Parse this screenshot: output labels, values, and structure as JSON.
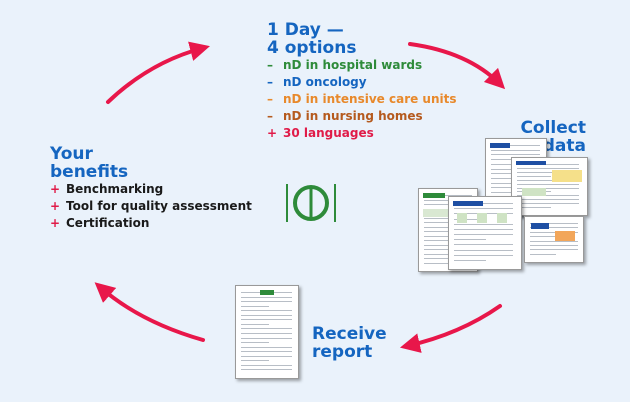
{
  "colors": {
    "background": "#eaf2fb",
    "heading": "#1565c0",
    "arrow": "#e8174a",
    "logo": "#2e8b3a"
  },
  "top": {
    "title_line1": "1 Day —",
    "title_line2": "4 options",
    "options": [
      {
        "marker": "–",
        "label": "nD in hospital wards",
        "color": "#2e8b3a"
      },
      {
        "marker": "–",
        "label": "nD oncology",
        "color": "#1565c0"
      },
      {
        "marker": "–",
        "label": "nD in intensive care units",
        "color": "#e8892b"
      },
      {
        "marker": "–",
        "label": "nD in nursing homes",
        "color": "#b55a1e"
      },
      {
        "marker": "+",
        "label": "30 languages",
        "color": "#e01b48"
      }
    ]
  },
  "collect": {
    "line1": "Collect",
    "line2": "data"
  },
  "receive": {
    "line1": "Receive",
    "line2": "report"
  },
  "benefits": {
    "title_line1": "Your",
    "title_line2": "benefits",
    "items": [
      {
        "marker": "+",
        "label": "Benchmarking"
      },
      {
        "marker": "+",
        "label": "Tool for quality assessment"
      },
      {
        "marker": "+",
        "label": "Certification"
      }
    ]
  },
  "logo_icon": "nd-logo-icon",
  "thumbnail_icons": [
    "data-forms-icon",
    "report-document-icon"
  ]
}
